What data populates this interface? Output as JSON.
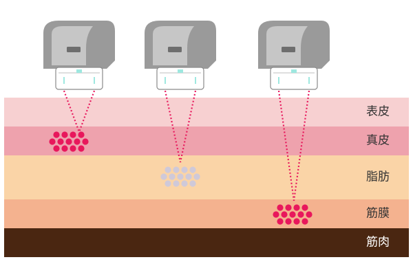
{
  "layers": [
    {
      "label": "表皮",
      "color": "#f7d0d1",
      "label_color": "#333333"
    },
    {
      "label": "真皮",
      "color": "#eea2ad",
      "label_color": "#333333"
    },
    {
      "label": "脂肪",
      "color": "#fad4a7",
      "label_color": "#333333"
    },
    {
      "label": "筋膜",
      "color": "#f4b28f",
      "label_color": "#333333"
    },
    {
      "label": "筋肉",
      "color": "#4a2611",
      "label_color": "#ffffff"
    }
  ],
  "devices": [
    {
      "target": "真皮",
      "dot_color": "#e8175c"
    },
    {
      "target": "脂肪",
      "dot_color": "#cfc9d9"
    },
    {
      "target": "筋膜",
      "dot_color": "#e8175c"
    }
  ],
  "beam_color": "#e8175c",
  "device_colors": {
    "body": "#9a9a9a",
    "head": "#ffffff",
    "indicator": "#9ee8e0"
  }
}
